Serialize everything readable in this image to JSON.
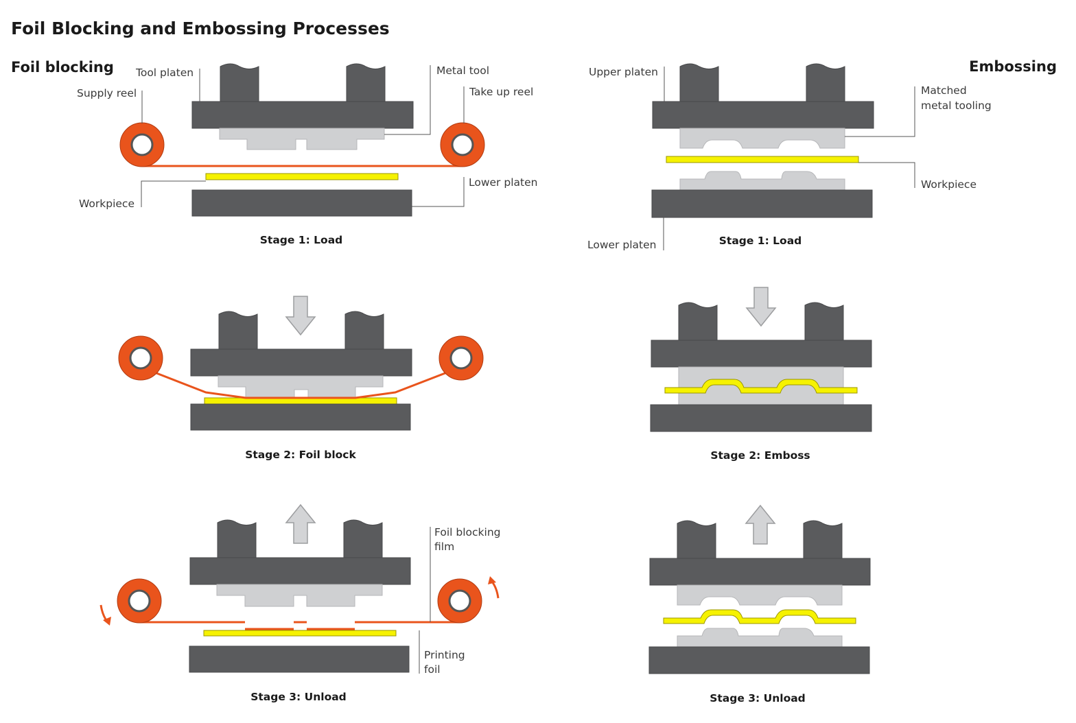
{
  "title": "Foil Blocking and Embossing Processes",
  "foil_blocking": {
    "heading": "Foil blocking",
    "labels": {
      "tool_platen": "Tool platen",
      "supply_reel": "Supply reel",
      "metal_tool": "Metal tool",
      "take_up_reel": "Take up reel",
      "workpiece": "Workpiece",
      "lower_platen": "Lower platen",
      "foil_blocking_film_line1": "Foil blocking",
      "foil_blocking_film_line2": "film",
      "printing_foil_line1": "Printing",
      "printing_foil_line2": "foil"
    },
    "stages": [
      "Stage 1: Load",
      "Stage 2: Foil block",
      "Stage 3: Unload"
    ]
  },
  "embossing": {
    "heading": "Embossing",
    "labels": {
      "upper_platen": "Upper platen",
      "matched_tooling_line1": "Matched",
      "matched_tooling_line2": "metal tooling",
      "workpiece": "Workpiece",
      "lower_platen": "Lower platen"
    },
    "stages": [
      "Stage 1: Load",
      "Stage 2: Emboss",
      "Stage 3: Unload"
    ]
  },
  "colors": {
    "platen": "#5a5b5d",
    "tool": "#cfd0d2",
    "workpiece": "#f6f200",
    "foil_film": "#e9541c",
    "reel": "#e9541c"
  }
}
